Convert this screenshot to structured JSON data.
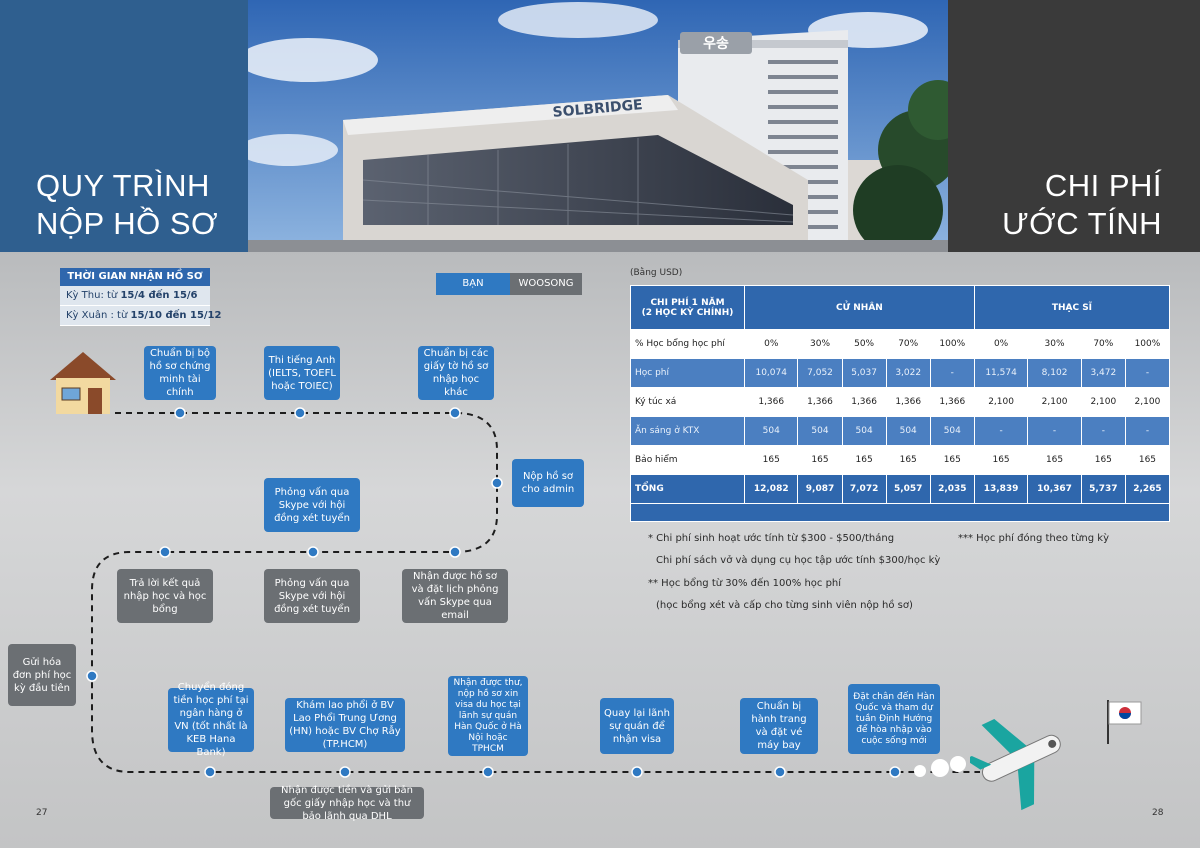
{
  "left_title": {
    "line1": "QUY TRÌNH",
    "line2": "NỘP HỒ SƠ"
  },
  "right_title": {
    "line1": "CHI PHÍ",
    "line2": "ƯỚC TÍNH"
  },
  "photo": {
    "sign_top": "우송",
    "sign_building": "SOLBRIDGE"
  },
  "reception": {
    "title": "THỜI GIAN NHẬN HỒ SƠ",
    "rows": [
      {
        "label": "Kỳ Thu:     từ ",
        "value": "15/4 đến 15/6"
      },
      {
        "label": "Kỳ Xuân : từ ",
        "value": "15/10 đến 15/12"
      }
    ]
  },
  "legend": {
    "you": "BẠN",
    "woosong": "WOOSONG"
  },
  "steps": {
    "s1": "Chuẩn bị bộ hồ sơ chứng minh tài chính",
    "s2": "Thi tiếng Anh (IELTS, TOEFL hoặc TOIEC)",
    "s3": "Chuẩn bị các giấy tờ hồ sơ nhập học khác",
    "s4": "Nộp hồ sơ cho admin",
    "s5": "Phỏng vấn qua Skype với hội đồng xét tuyển",
    "s6": "Nhận được hồ sơ và đặt lịch phỏng vấn Skype qua email",
    "s7": "Phỏng vấn qua Skype với hội đồng xét tuyển",
    "s8": "Trả lời kết quả nhập học và học bổng",
    "s9": "Gửi hóa đơn phí học kỳ đầu tiên",
    "s10": "Chuyển đóng tiền học phí tại ngân hàng ở VN (tốt nhất là KEB Hana Bank)",
    "s11": "Khám lao phổi ở BV Lao Phổi Trung Ương (HN) hoặc BV Chợ Rẫy (TP.HCM)",
    "s12": "Nhận được tiền và gửi bản gốc giấy nhập học và thư bảo lãnh qua DHL",
    "s13": "Nhận được thư, nộp hồ sơ xin visa du học tại lãnh sự quán Hàn Quốc ở Hà Nội hoặc TPHCM",
    "s14": "Quay lại lãnh sự quán để nhận visa",
    "s15": "Chuẩn bị hành trang và đặt vé máy bay",
    "s16": "Đặt chân đến Hàn Quốc và tham dự tuần Định Hướng để hòa nhập vào cuộc sống mới"
  },
  "unit_note": "(Bằng USD)",
  "table": {
    "head_label": [
      "CHI PHÍ 1 NĂM",
      "(2 HỌC KỲ CHÍNH)"
    ],
    "group1": "CỬ NHÂN",
    "group2": "THẠC SĨ",
    "rows": [
      {
        "label": "% Học bổng học phí",
        "cells": [
          "0%",
          "30%",
          "50%",
          "70%",
          "100%",
          "0%",
          "30%",
          "70%",
          "100%"
        ]
      },
      {
        "label": "Học phí",
        "cells": [
          "10,074",
          "7,052",
          "5,037",
          "3,022",
          "-",
          "11,574",
          "8,102",
          "3,472",
          "-"
        ]
      },
      {
        "label": "Ký túc xá",
        "cells": [
          "1,366",
          "1,366",
          "1,366",
          "1,366",
          "1,366",
          "2,100",
          "2,100",
          "2,100",
          "2,100"
        ]
      },
      {
        "label": "Ăn sáng ở KTX",
        "cells": [
          "504",
          "504",
          "504",
          "504",
          "504",
          "-",
          "-",
          "-",
          "-"
        ]
      },
      {
        "label": "Bảo hiểm",
        "cells": [
          "165",
          "165",
          "165",
          "165",
          "165",
          "165",
          "165",
          "165",
          "165"
        ]
      },
      {
        "label": "TỔNG",
        "cells": [
          "12,082",
          "9,087",
          "7,072",
          "5,057",
          "2,035",
          "13,839",
          "10,367",
          "5,737",
          "2,265"
        ]
      }
    ]
  },
  "notes": {
    "n1": "* Chi phí sinh hoạt ước tính từ $300 - $500/tháng",
    "n2": "Chi phí sách vở và dụng cụ học tập ước tính $300/học kỳ",
    "n3": "** Học bổng từ 30% đến 100% học phí",
    "n4": "(học bổng xét và cấp cho từng sinh viên nộp hồ sơ)",
    "n5": "*** Học phí đóng theo từng kỳ"
  },
  "pages": {
    "left": "27",
    "right": "28"
  },
  "colors": {
    "blue": "#2f79c2",
    "navy": "#2f5f8f",
    "grey": "#6b6f73",
    "dark": "#3a3a3a"
  }
}
